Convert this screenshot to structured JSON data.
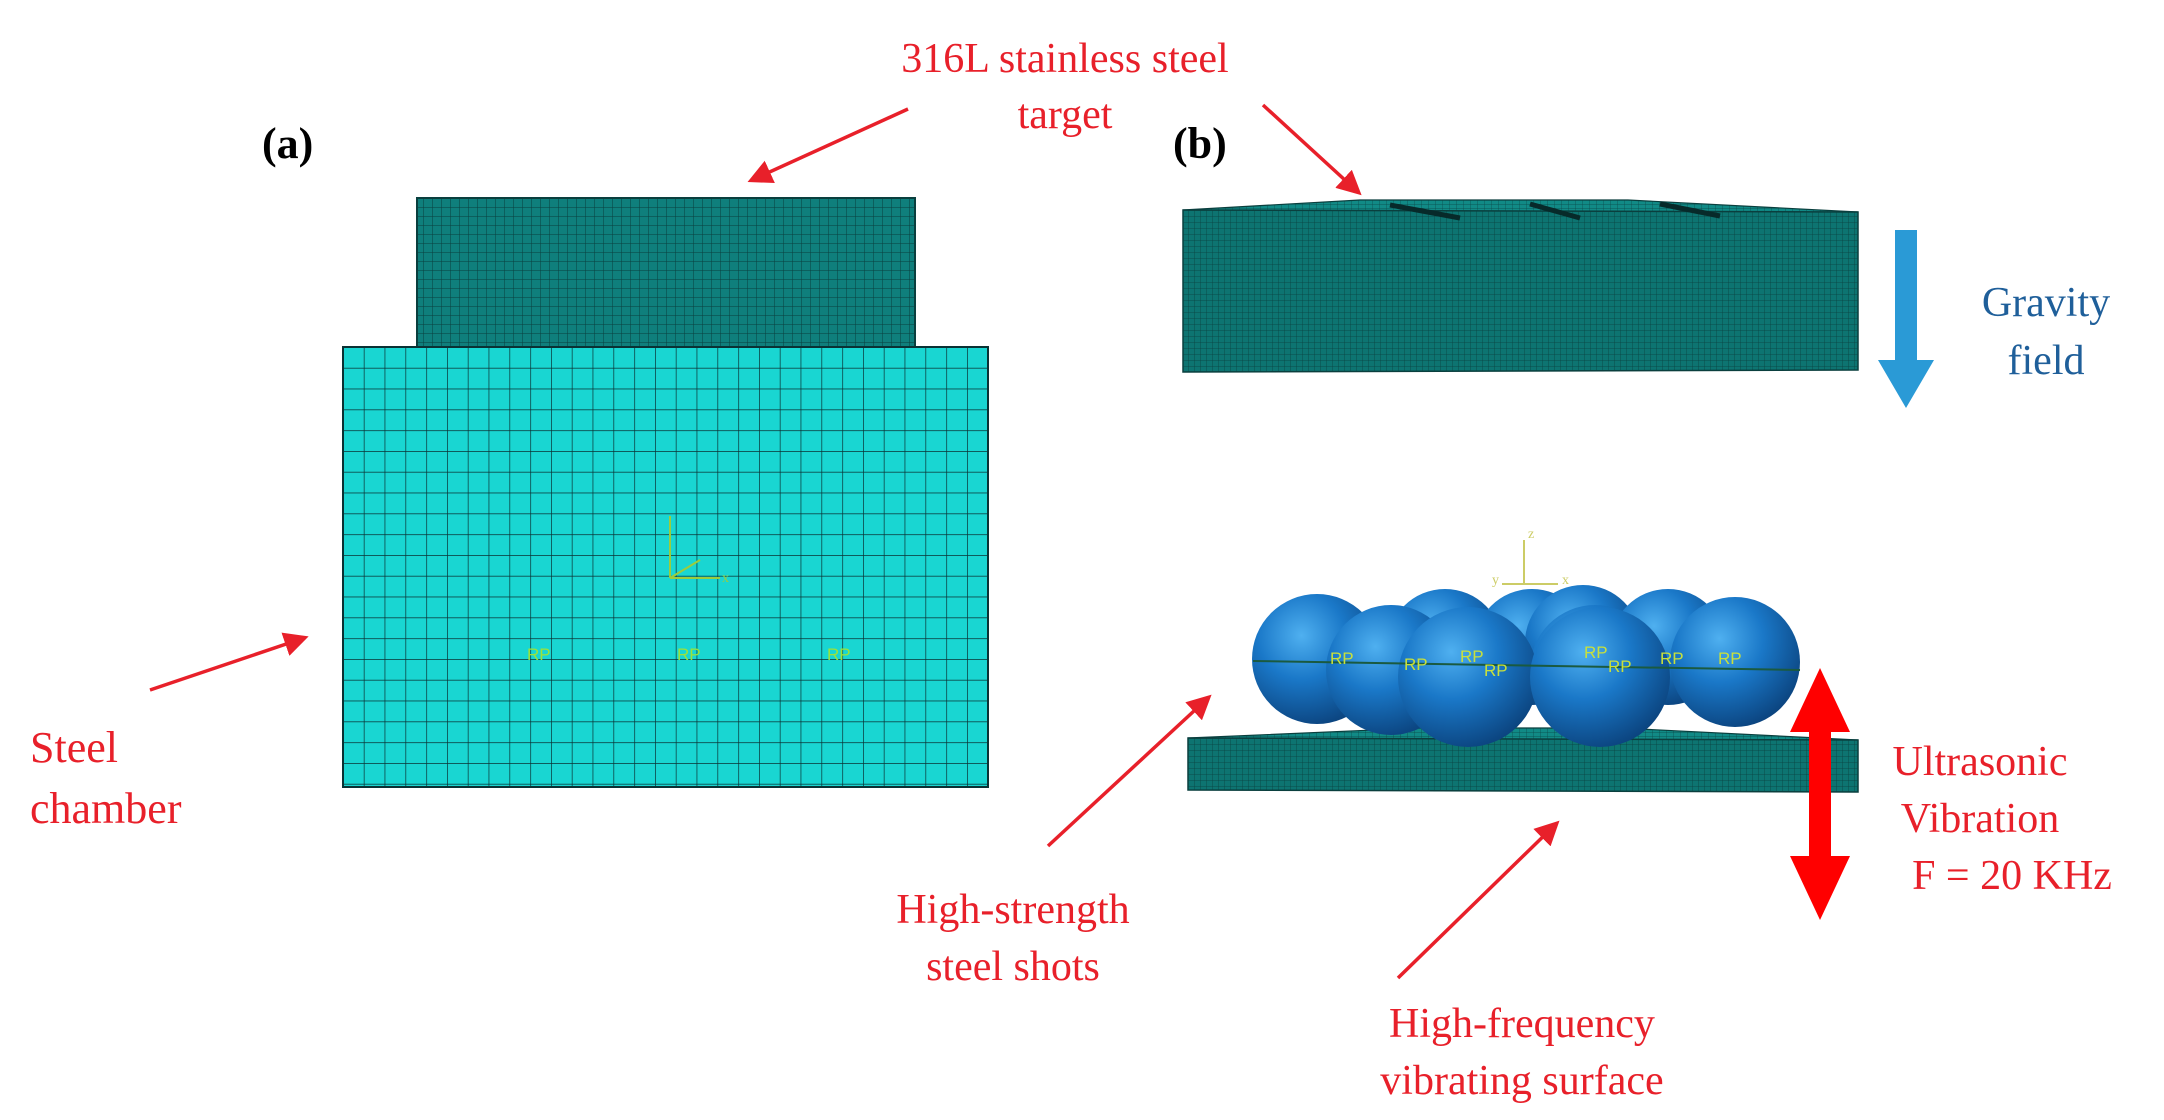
{
  "panels": {
    "a": {
      "label": "(a)"
    },
    "b": {
      "label": "(b)"
    }
  },
  "annotations": {
    "target": {
      "line1": "316L stainless steel",
      "line2": "target"
    },
    "chamber": {
      "line1": "Steel",
      "line2": "chamber"
    },
    "gravity": {
      "line1": "Gravity",
      "line2": "field"
    },
    "shots": {
      "line1": "High-strength",
      "line2": "steel shots"
    },
    "surface": {
      "line1": "High-frequency",
      "line2": "vibrating surface"
    },
    "vibration": {
      "line1": "Ultrasonic",
      "line2": "Vibration",
      "line3": "F = 20 KHz"
    }
  },
  "markers": {
    "reference_point": "RP",
    "axis_x": "x",
    "axis_y": "y",
    "axis_z": "z"
  },
  "colors": {
    "label_red": "#e8202a",
    "label_blue": "#1f5f9a",
    "mesh_teal": "#0f7f7c",
    "mesh_cyan": "#19d6d2",
    "sphere_blue": "#1a78c8",
    "gravity_arrow": "#2a9ad6",
    "axis_green": "#9ccc3c"
  }
}
